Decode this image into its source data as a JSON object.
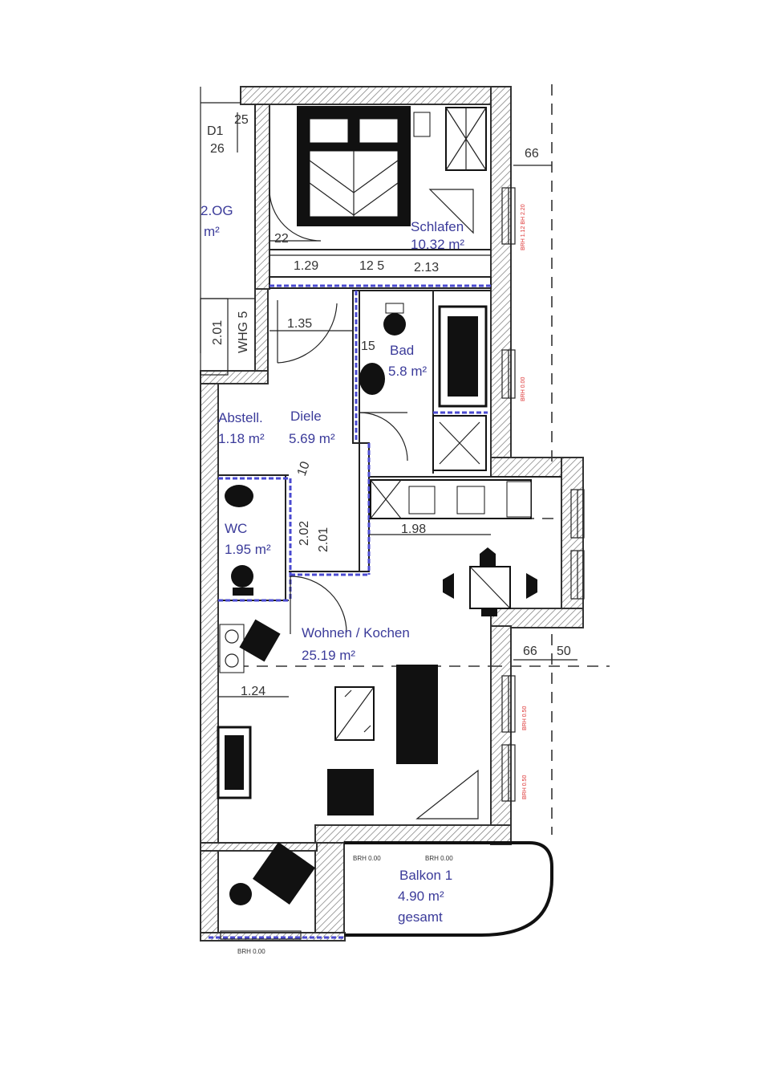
{
  "colors": {
    "label": "#3b3b9a",
    "wall": "#333333",
    "blue_line": "#4a4ad0",
    "red_note": "#dd3333"
  },
  "floor_label": {
    "level": "2.OG",
    "unit": "m²"
  },
  "rooms": {
    "schlafen": {
      "name": "Schlafen",
      "area": "10.32 m²"
    },
    "bad": {
      "name": "Bad",
      "area": "5.8 m²"
    },
    "abstell": {
      "name": "Abstell.",
      "area": "1.18 m²"
    },
    "diele": {
      "name": "Diele",
      "area": "5.69 m²"
    },
    "wc": {
      "name": "WC",
      "area": "1.95 m²"
    },
    "wohnen": {
      "name": "Wohnen / Kochen",
      "area": "25.19 m²"
    },
    "balkon": {
      "name": "Balkon 1",
      "area": "4.90 m²",
      "note": "gesamt"
    }
  },
  "dimensions": {
    "d01": "D1",
    "d25a": "25",
    "d26": "26",
    "d66a": "66",
    "d129": "1.29",
    "d125": "12 5",
    "d213": "2.13",
    "d22": "22",
    "d135": "1.35",
    "d201": "2.01",
    "whg": "WHG 5",
    "d15": "15",
    "d10": "10",
    "d198": "1.98",
    "d124": "1.24",
    "d66b": "66",
    "d50": "50",
    "d202": "2.02",
    "d201b": "2.01"
  },
  "notes": {
    "brh1": "BRH 0.00",
    "brh2": "BRH 0.00",
    "brh3": "BRH 0.00",
    "red1": "BRH 1.12 BH 2.20",
    "red2": "BRH 0.00",
    "red3": "BRH 0.50",
    "red4": "BRH 0.50"
  }
}
